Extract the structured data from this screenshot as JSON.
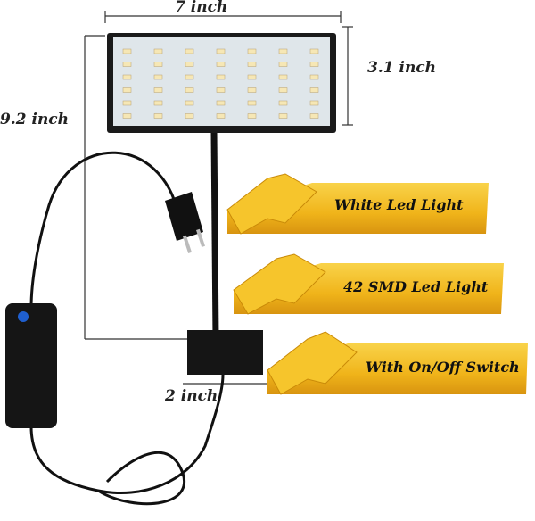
{
  "dimensions": {
    "width": "7 inch",
    "height_panel": "3.1 inch",
    "total_height": "9.2 inch",
    "clamp": "2 inch"
  },
  "features": [
    "White Led Light",
    "42 SMD Led Light",
    "With On/Off Switch"
  ],
  "led_grid": {
    "rows": 6,
    "columns": 7
  },
  "colors": {
    "ribbon": "#f2b81c",
    "ribbon_dark": "#c98a08",
    "panel_frame": "#1a1a1a",
    "board": "#dfe6ea",
    "led": "#f6e7b5",
    "switch_button": "#1f5fcf"
  }
}
